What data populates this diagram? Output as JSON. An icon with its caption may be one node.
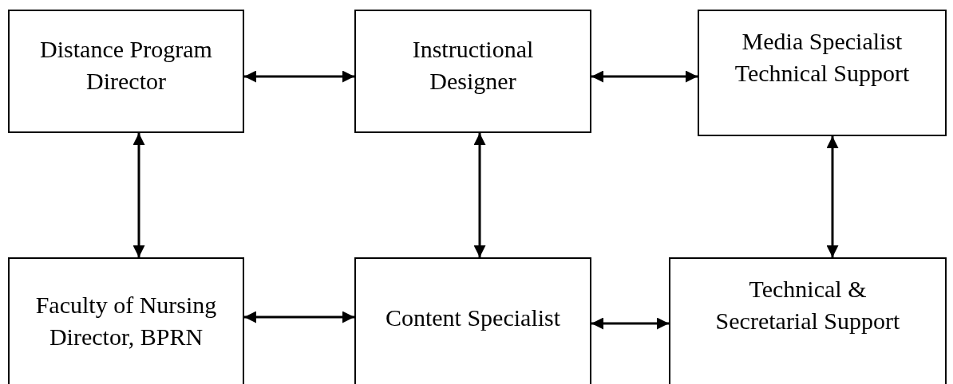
{
  "diagram": {
    "nodes": [
      {
        "text": [
          "Distance Program Director"
        ]
      },
      {
        "text": [
          "Instructional Designer"
        ]
      },
      {
        "text": [
          "Media Specialist Technical Support"
        ]
      },
      {
        "text": [
          "Faculty of Nursing Director, BPRN"
        ]
      },
      {
        "text": [
          "Content Specialist"
        ]
      },
      {
        "text": [
          "Technical & Secretarial Support"
        ]
      }
    ],
    "edges": [
      {
        "from": 0,
        "to": 1,
        "arrow": "both"
      },
      {
        "from": 1,
        "to": 2,
        "arrow": "both"
      },
      {
        "from": 0,
        "to": 3,
        "arrow": "both"
      },
      {
        "from": 1,
        "to": 4,
        "arrow": "both"
      },
      {
        "from": 2,
        "to": 5,
        "arrow": "both"
      },
      {
        "from": 3,
        "to": 4,
        "arrow": "both"
      },
      {
        "from": 4,
        "to": 5,
        "arrow": "both"
      }
    ]
  }
}
